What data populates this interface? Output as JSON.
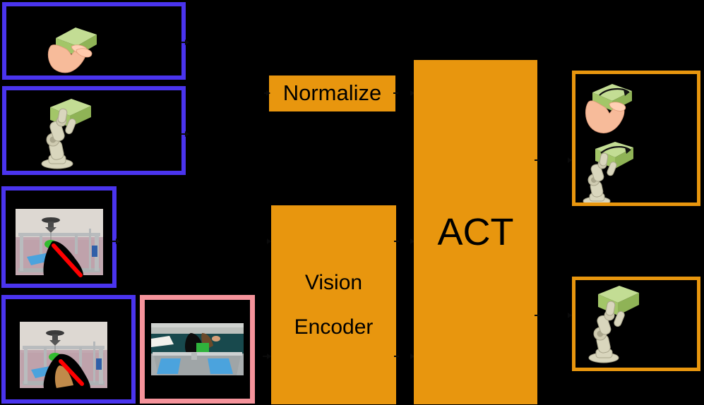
{
  "figure": {
    "title": "ACT policy pipeline diagram",
    "background_color": "#000000"
  },
  "colors": {
    "input_border_blue": "#4a34ee",
    "input_border_pink": "#f5939b",
    "output_border_orange": "#e8960e",
    "process_fill_orange": "#e8960e",
    "process_text": "#000000",
    "canvas": "#000000",
    "block_green": "#a8d26a",
    "skin": "#f7bb9a",
    "robot_body": "#d9d6bd",
    "marker_red": "#ff0000",
    "mat_blue": "#4ba3dd"
  },
  "inputs": {
    "panels": [
      {
        "id": "input-hand-holding-block",
        "label": "Hand holding green block",
        "border": "blue",
        "scene": "hand-block"
      },
      {
        "id": "input-robot-holding-block",
        "label": "Robot arm holding green block",
        "border": "blue",
        "scene": "robot-block"
      },
      {
        "id": "input-third-person-view-a",
        "label": "Third-person camera view with masked gripper",
        "border": "blue",
        "scene": "camera-rig-a"
      },
      {
        "id": "input-third-person-view-b",
        "label": "Third-person camera view with masked arm",
        "border": "blue",
        "scene": "camera-rig-b"
      },
      {
        "id": "input-wrist-camera-view",
        "label": "Wrist camera view of workspace",
        "border": "pink",
        "scene": "wrist-cam"
      }
    ]
  },
  "process": {
    "normalize": {
      "label": "Normalize"
    },
    "vision_encoder": {
      "label_line1": "Vision",
      "label_line2": "Encoder"
    },
    "act": {
      "label": "ACT"
    }
  },
  "outputs": {
    "panels": [
      {
        "id": "output-hand-and-robot-trajectory",
        "label": "Predicted hand and robot block motion",
        "border": "orange",
        "scene": "hand-robot-arrows"
      },
      {
        "id": "output-robot-pose",
        "label": "Predicted robot arm pose",
        "border": "orange",
        "scene": "robot-block-out"
      }
    ]
  },
  "connectors": [
    {
      "from": "input-hand-holding-block",
      "to": "normalize"
    },
    {
      "from": "input-robot-holding-block",
      "to": "normalize"
    },
    {
      "from": "input-third-person-view-a",
      "to": "vision-encoder"
    },
    {
      "from": "input-third-person-view-b",
      "to": "vision-encoder"
    },
    {
      "from": "input-wrist-camera-view",
      "to": "vision-encoder"
    },
    {
      "from": "normalize",
      "to": "act"
    },
    {
      "from": "vision-encoder",
      "to": "act"
    },
    {
      "from": "act",
      "to": "output-hand-and-robot-trajectory"
    },
    {
      "from": "act",
      "to": "output-robot-pose"
    }
  ]
}
